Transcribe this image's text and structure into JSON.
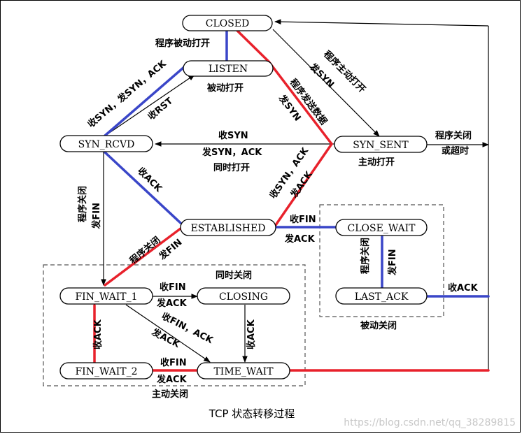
{
  "states": {
    "closed": "CLOSED",
    "listen": "LISTEN",
    "syn_rcvd": "SYN_RCVD",
    "syn_sent": "SYN_SENT",
    "established": "ESTABLISHED",
    "close_wait": "CLOSE_WAIT",
    "last_ack": "LAST_ACK",
    "fin_wait_1": "FIN_WAIT_1",
    "closing": "CLOSING",
    "fin_wait_2": "FIN_WAIT_2",
    "time_wait": "TIME_WAIT"
  },
  "labels": {
    "passive_open_cmd": "程序被动打开",
    "listen_sub": "被动打开",
    "recv_syn_send_synack": "收SYN，发SYN，ACK",
    "recv_rst": "收RST",
    "active_open_a": "程序主动打开",
    "active_open_b": "发SYN",
    "app_send_a": "程序发送数据",
    "app_send_b": "发SYN",
    "simul_open_a": "收SYN",
    "simul_open_b": "发SYN，ACK",
    "simul_open_c": "同时打开",
    "active_open_sub": "主动打开",
    "close_timeout_a": "程序关闭",
    "close_timeout_b": "或超时",
    "recv_ack": "收ACK",
    "close_fin_a": "程序关闭",
    "close_fin_b": "发FIN",
    "recv_synack_a": "收SYN，ACK",
    "recv_synack_b": "发ACK",
    "est_close_a": "程序关闭",
    "est_close_b": "发FIN",
    "est_recv_fin_a": "收FIN",
    "est_recv_fin_b": "发ACK",
    "cw_close_a": "程序关闭",
    "cw_close_b": "发FIN",
    "last_ack_recv": "收ACK",
    "passive_close": "被动关闭",
    "simul_close": "同时关闭",
    "fw1_recv_fin_a": "收FIN",
    "fw1_recv_fin_b": "发ACK",
    "fw1_recv_ack": "收ACK",
    "closing_recv_ack": "收ACK",
    "fw1_finack_a": "收FIN，ACK",
    "fw1_finack_b": "发ACK",
    "fw2_recv_fin_a": "收FIN",
    "fw2_recv_fin_b": "发ACK",
    "active_close": "主动关闭"
  },
  "caption": "TCP 状态转移过程",
  "watermark": "https://blog.csdn.net/qq_38289815",
  "colors": {
    "client_path": "#e8212b",
    "server_path": "#3a46c8",
    "normal": "#000000",
    "dashed_box": "#555555"
  }
}
